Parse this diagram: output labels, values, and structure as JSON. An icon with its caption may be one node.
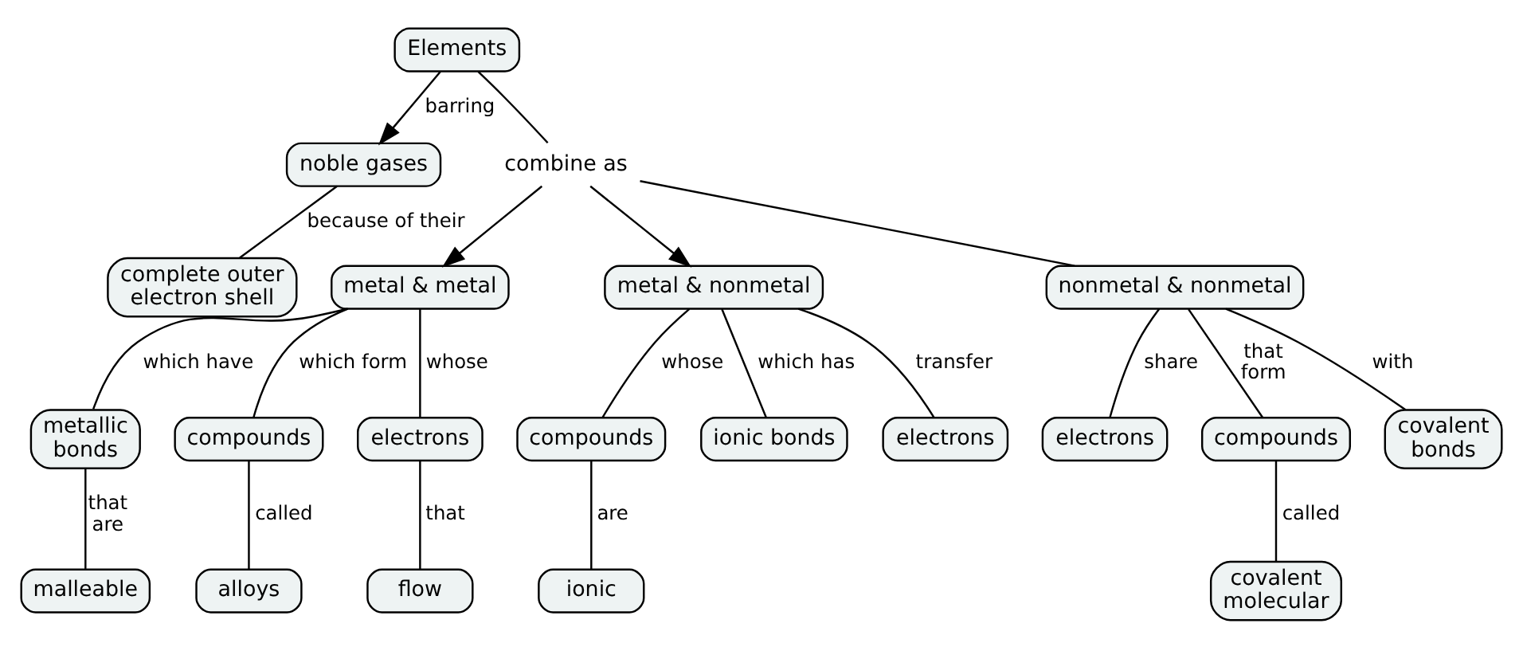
{
  "diagram": {
    "nodes": [
      {
        "text": [
          "Elements"
        ]
      },
      {
        "text": [
          "noble gases"
        ]
      },
      {
        "text": [
          "complete outer electron shell"
        ]
      },
      {
        "text": [
          "metal & metal"
        ]
      },
      {
        "text": [
          "combine as"
        ]
      },
      {
        "text": [
          "metal & nonmetal"
        ]
      },
      {
        "text": [
          "nonmetal & nonmetal"
        ]
      },
      {
        "text": [
          "metallic bonds"
        ]
      },
      {
        "text": [
          "compounds"
        ]
      },
      {
        "text": [
          "electrons"
        ]
      },
      {
        "text": [
          "malleable"
        ]
      },
      {
        "text": [
          "alloys"
        ]
      },
      {
        "text": [
          "flow"
        ]
      },
      {
        "text": [
          "electrons"
        ]
      },
      {
        "text": [
          "compounds"
        ]
      },
      {
        "text": [
          "covalent bonds"
        ]
      },
      {
        "text": [
          "covalent molecular"
        ]
      },
      {
        "text": [
          "compounds"
        ]
      },
      {
        "text": [
          "ionic bonds"
        ]
      },
      {
        "text": [
          "electrons"
        ]
      },
      {
        "text": [
          "ionic"
        ]
      }
    ],
    "edges": [
      {
        "from": 0,
        "to": 1,
        "label": "barring",
        "arrow": "to"
      },
      {
        "from": 1,
        "to": 2,
        "label": "because of their",
        "arrow": "none"
      },
      {
        "from": 0,
        "to": 4,
        "arrow": "none"
      },
      {
        "from": 4,
        "to": 3,
        "arrow": "to"
      },
      {
        "from": 4,
        "to": 5,
        "arrow": "to"
      },
      {
        "from": 4,
        "to": 6,
        "arrow": "none"
      },
      {
        "from": 3,
        "to": 7,
        "label": "which have",
        "arrow": "none"
      },
      {
        "from": 3,
        "to": 8,
        "label": "which form",
        "arrow": "none"
      },
      {
        "from": 3,
        "to": 9,
        "label": "whose",
        "arrow": "none"
      },
      {
        "from": 7,
        "to": 10,
        "label": "that are",
        "arrow": "none"
      },
      {
        "from": 8,
        "to": 11,
        "label": "called",
        "arrow": "none"
      },
      {
        "from": 9,
        "to": 12,
        "label": "that",
        "arrow": "none"
      },
      {
        "from": 6,
        "to": 13,
        "label": "share",
        "arrow": "none"
      },
      {
        "from": 6,
        "to": 14,
        "label": "that form",
        "arrow": "none"
      },
      {
        "from": 6,
        "to": 15,
        "label": "with",
        "arrow": "none"
      },
      {
        "from": 14,
        "to": 16,
        "label": "called",
        "arrow": "none"
      },
      {
        "from": 5,
        "to": 17,
        "label": "whose",
        "arrow": "none"
      },
      {
        "from": 5,
        "to": 18,
        "label": "which has",
        "arrow": "none"
      },
      {
        "from": 5,
        "to": 19,
        "label": "transfer",
        "arrow": "none"
      },
      {
        "from": 17,
        "to": 20,
        "label": "are",
        "arrow": "none"
      }
    ]
  }
}
